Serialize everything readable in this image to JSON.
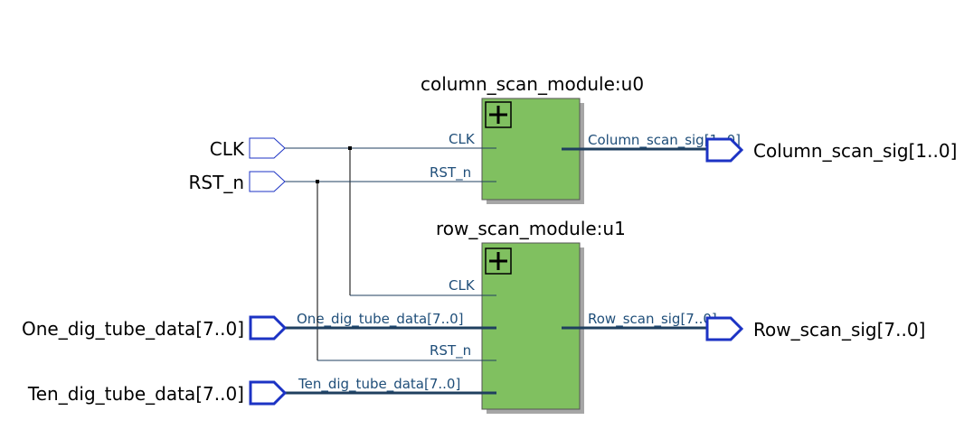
{
  "colors": {
    "wire": "#000000",
    "bus": "#1f3f5f",
    "port": "#1c33c4",
    "module_fill": "#80c060",
    "module_shadow": "#a6a6a6",
    "label": "#1f4e79"
  },
  "inputs": {
    "clk": "CLK",
    "rst_n": "RST_n",
    "one_dig": "One_dig_tube_data[7..0]",
    "ten_dig": "Ten_dig_tube_data[7..0]"
  },
  "outputs": {
    "column_scan": "Column_scan_sig[1..0]",
    "row_scan": "Row_scan_sig[7..0]"
  },
  "modules": {
    "u0": {
      "title": "column_scan_module:u0",
      "ports": {
        "clk": "CLK",
        "rst_n": "RST_n"
      },
      "expand_icon": "plus-icon"
    },
    "u1": {
      "title": "row_scan_module:u1",
      "ports": {
        "clk": "CLK",
        "one_dig": "One_dig_tube_data[7..0]",
        "rst_n": "RST_n",
        "ten_dig": "Ten_dig_tube_data[7..0]"
      },
      "expand_icon": "plus-icon"
    }
  },
  "wires": {
    "column_scan_out": "Column_scan_sig[1..0]",
    "row_scan_out": "Row_scan_sig[7..0]"
  }
}
